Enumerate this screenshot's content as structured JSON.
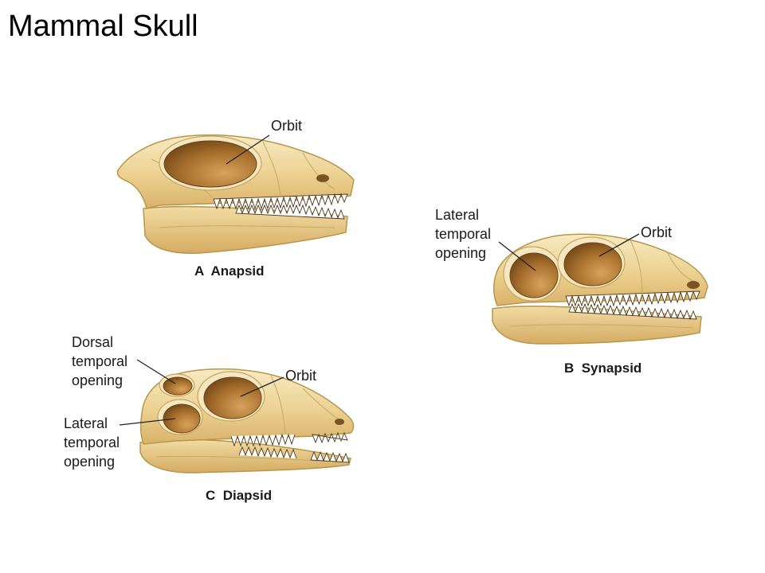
{
  "title": "Mammal Skull",
  "skulls": {
    "anapsid": {
      "caption": "A  Anapsid",
      "orbit_label": "Orbit"
    },
    "synapsid": {
      "caption": "B  Synapsid",
      "orbit_label": "Orbit",
      "lateral_label": [
        "Lateral",
        "temporal",
        "opening"
      ]
    },
    "diapsid": {
      "caption": "C  Diapsid",
      "orbit_label": "Orbit",
      "dorsal_label": [
        "Dorsal",
        "temporal",
        "opening"
      ],
      "lateral_label": [
        "Lateral",
        "temporal",
        "opening"
      ]
    }
  },
  "colors": {
    "bone_light": "#f7e6b8",
    "bone_mid": "#ecd08f",
    "bone_dark": "#d8b066",
    "opening_dark": "#7a4c18",
    "opening_light": "#d29a55"
  }
}
